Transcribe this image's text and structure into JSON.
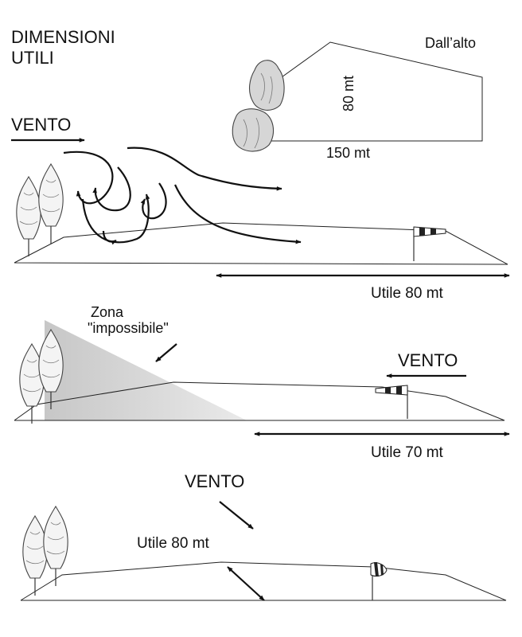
{
  "title": {
    "line1": "DIMENSIONI",
    "line2": "UTILI"
  },
  "top_view": {
    "label": "Dall’alto",
    "width_label": "150 mt",
    "depth_label": "80 mt"
  },
  "scene1": {
    "wind_label": "VENTO",
    "useful_label": "Utile 80 mt"
  },
  "scene2": {
    "zone_line1": "Zona",
    "zone_line2": "\"impossibile\"",
    "wind_label": "VENTO",
    "useful_label": "Utile 70 mt"
  },
  "scene3": {
    "wind_label": "VENTO",
    "useful_label": "Utile 80 mt"
  },
  "icons": [
    "tree-icon",
    "rock-icon",
    "windsock-icon"
  ],
  "colors": {
    "ink": "#111111",
    "shade": "#cfcfcf",
    "windsock_stripe": "#222222"
  }
}
